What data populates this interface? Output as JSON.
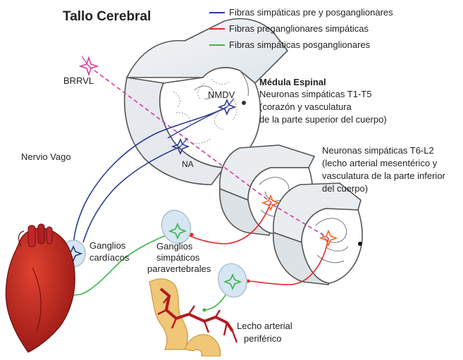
{
  "title": "Tallo Cerebral",
  "legend": [
    {
      "label": "Fibras simpáticas pre y posganglionares",
      "color": "#2b3990"
    },
    {
      "label": "Fibras preganglionares simpáticas",
      "color": "#e8262a"
    },
    {
      "label": "Fibras simpáticas posganglionares",
      "color": "#3cb44a"
    }
  ],
  "labels": {
    "brrvl": "BRRVL",
    "nmdv": "NMDV",
    "na": "NA",
    "nervio_vago": "Nervio Vago",
    "medula_title": "Médula Espinal",
    "medula_line1": "Neuronas simpáticas T1-T5",
    "medula_line2": "(corazón y vasculatura",
    "medula_line3": "de la parte superior del cuerpo)",
    "t6_line1": "Neuronas simpáticas T6-L2",
    "t6_line2": "(lecho arterial mesentérico  y",
    "t6_line3": "vasculatura de la parte inferior",
    "t6_line4": "del cuerpo)",
    "ganglios_cardiacos_1": "Ganglios",
    "ganglios_cardiacos_2": "cardíacos",
    "ganglios_simp_1": "Ganglios",
    "ganglios_simp_2": "simpáticos",
    "ganglios_simp_3": "paravertebrales",
    "lecho_1": "Lecho arterial",
    "lecho_2": "periférico"
  },
  "colors": {
    "blue": "#2b3990",
    "red": "#e8262a",
    "green": "#3cb44a",
    "magenta": "#d63aa8",
    "orange": "#f26522",
    "ganglion_fill": "#d6e6f2",
    "artery_fill": "#f0c677",
    "heart_red": "#c1272d"
  }
}
